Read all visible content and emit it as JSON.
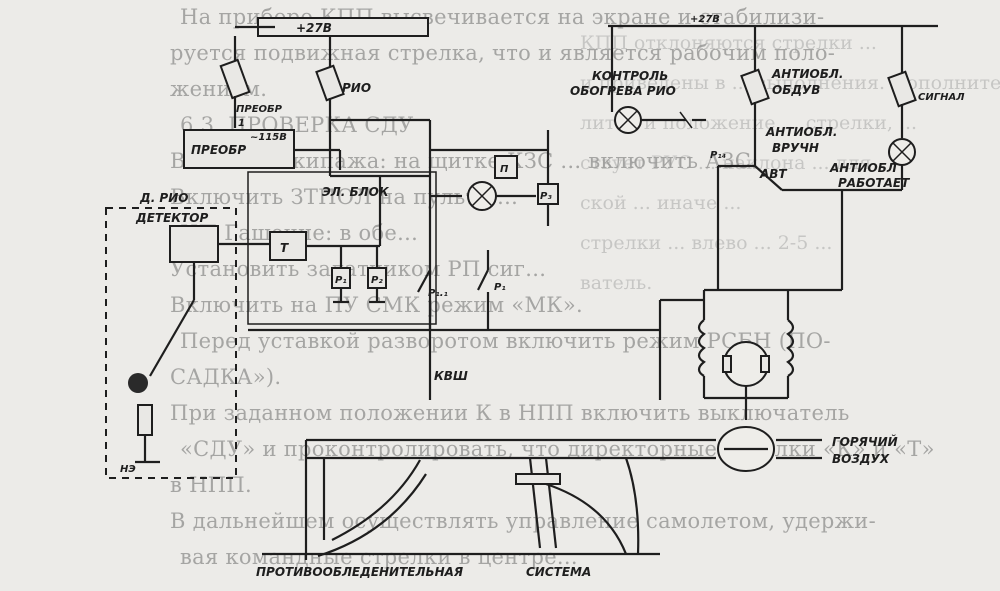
{
  "background_text": {
    "lines": [
      "На приборе КПП высвечивается на экране и стабилизи-",
      "руется подвижная стрелка, что и является рабочим поло-",
      "жением.",
      "6.3. ПРОВЕРКА СДУ",
      "В кабине экипажа: на щитке КЗС ... включить АЗС.",
      "Включить ЗТПОЛ на пульте ...",
      "НП Гашение: в обе...",
      "Установить задатчиком РП сиг...",
      "Включить на ПУ СМК режим «МК».",
      "Перед уставкой разворотом включить режим РСБН (ПО-",
      "САДКА»).",
      "При заданном положении К в НПП включить выключатель",
      "«СДУ» и проконтролировать, что директорные стрелки «К» и «Т»",
      "в НПП.",
      "В дальнейшем осуществлять управление самолетом, удержи-",
      "вая командные стрелки в центре..."
    ],
    "ghost_lines": [
      "КПП отклоняются стрелки ...",
      "и приведены в ... выполнения. Дополнительно, ...",
      "лится и положение ... стрелки, ...",
      "ствует РУС ... наклона ... для",
      "ской ... иначе ...",
      "стрелки ... влево ... 2-5 ...",
      "ватель."
    ]
  },
  "diagram": {
    "labels": {
      "power_left": "+27В",
      "power_right": "+27В",
      "fuse_preobr": "ПРЕОБР",
      "fuse_rio": "РИО",
      "preobr_box": "ПРЕОБР",
      "ac_voltage": "~115В",
      "el_blok": "ЭЛ. БЛОК",
      "d_rio": "Д. РИО",
      "detektor": "ДЕТЕКТОР",
      "kontrol": "КОНТРОЛЬ",
      "obogreva": "ОБОГРЕВА РИО",
      "antiobl_obduv_1": "АНТИОБЛ.",
      "antiobl_obduv_2": "ОБДУВ",
      "signal": "СИГНАЛ",
      "antiobl_ruchn_1": "АНТИОБЛ.",
      "antiobl_ruchn_2": "ВРУЧН",
      "avt": "АВТ",
      "antiobl_rab_1": "АНТИОБЛ",
      "antiobl_rab_2": "РАБОТАЕТ",
      "kvsh": "КВШ",
      "ne": "НЭ",
      "goryachiy": "ГОРЯЧИЙ",
      "vozdukh": "ВОЗДУХ",
      "protivoobl": "ПРОТИВООБЛЕДЕНИТЕЛЬНАЯ",
      "sistema": "СИСТЕМА",
      "r1": "Р₁",
      "r2": "Р₂",
      "r1_1": "Р₁.₁",
      "r1_2": "Р₁",
      "r3": "Р₃",
      "r1_4": "Р₁₄",
      "t_box": "Т",
      "pi": "П",
      "one": "1"
    }
  }
}
